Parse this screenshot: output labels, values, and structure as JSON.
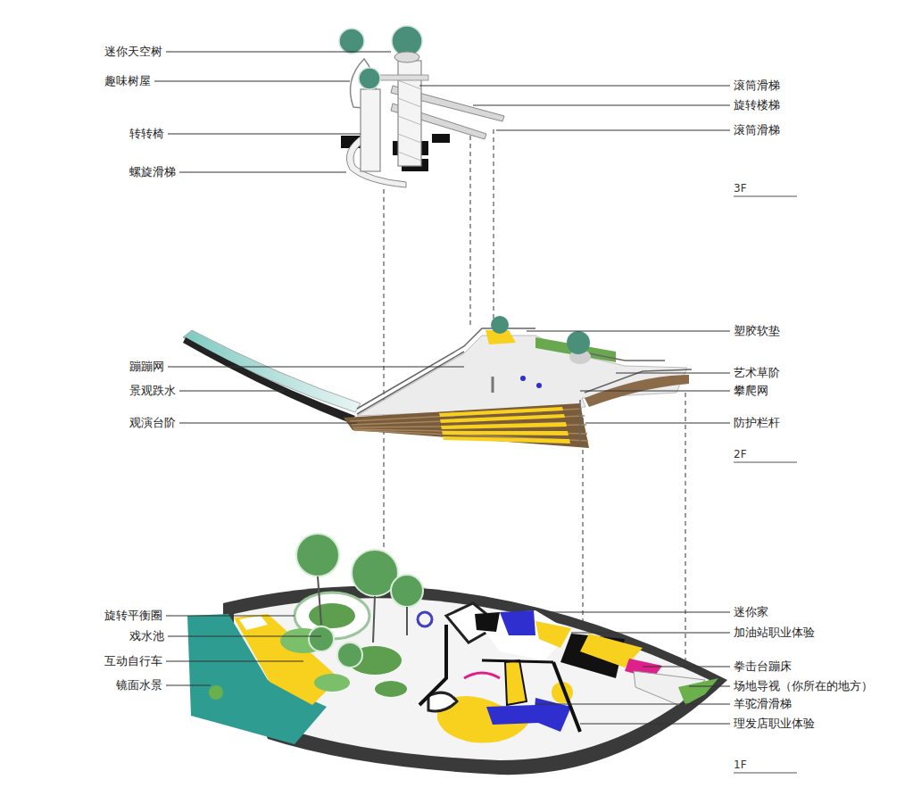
{
  "diagram": {
    "labels": [
      "迷你天空树",
      "趣味树屋",
      "转转椅",
      "螺旋滑梯",
      "滚筒滑梯",
      "旋转楼梯",
      "滚筒滑梯",
      "3F",
      "蹦蹦网",
      "景观跌水",
      "观演台阶",
      "塑胶软垫",
      "艺术草阶",
      "攀爬网",
      "防护栏杆",
      "2F",
      "旋转平衡圈",
      "戏水池",
      "互动自行车",
      "镜面水景",
      "迷你家",
      "加油站职业体验",
      "拳击台蹦床",
      "场地导视（你所在的地方）",
      "羊驼滑滑梯",
      "理发店职业体验",
      "1F"
    ]
  }
}
